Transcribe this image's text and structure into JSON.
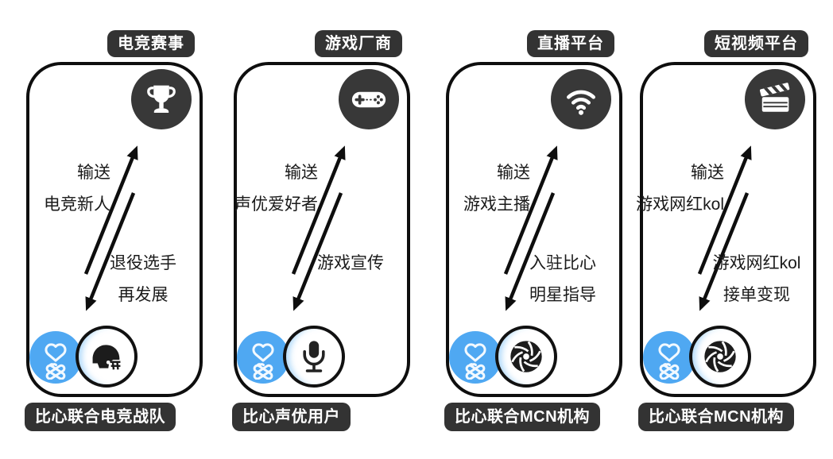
{
  "colors": {
    "badge_background": "#333333",
    "circle_background": "#383838",
    "bixin_blue": "#4FA8F2",
    "ink": "#111111",
    "canvas_background": "#FFFFFF"
  },
  "panels": [
    {
      "top_badge": "电竞赛事",
      "top_icon": "trophy-icon",
      "up_label": [
        "输送",
        "电竞新人"
      ],
      "down_label": [
        "退役选手",
        "再发展"
      ],
      "partner_icon": "football-helmet-icon",
      "bixin_icon": "bixin-finger-heart-logo",
      "bottom_badge": "比心联合电竞战队"
    },
    {
      "top_badge": "游戏厂商",
      "top_icon": "gamepad-icon",
      "up_label": [
        "输送",
        "声优爱好者"
      ],
      "down_label": [
        "游戏宣传"
      ],
      "partner_icon": "microphone-icon",
      "bixin_icon": "bixin-finger-heart-logo",
      "bottom_badge": "比心声优用户"
    },
    {
      "top_badge": "直播平台",
      "top_icon": "wifi-icon",
      "up_label": [
        "输送",
        "游戏主播"
      ],
      "down_label": [
        "入驻比心",
        "明星指导"
      ],
      "partner_icon": "camera-aperture-icon",
      "bixin_icon": "bixin-finger-heart-logo",
      "bottom_badge": "比心联合MCN机构"
    },
    {
      "top_badge": "短视频平台",
      "top_icon": "clapperboard-icon",
      "up_label": [
        "输送",
        "游戏网红kol"
      ],
      "down_label": [
        "游戏网红kol",
        "接单变现"
      ],
      "partner_icon": "camera-aperture-icon",
      "bixin_icon": "bixin-finger-heart-logo",
      "bottom_badge": "比心联合MCN机构"
    }
  ]
}
